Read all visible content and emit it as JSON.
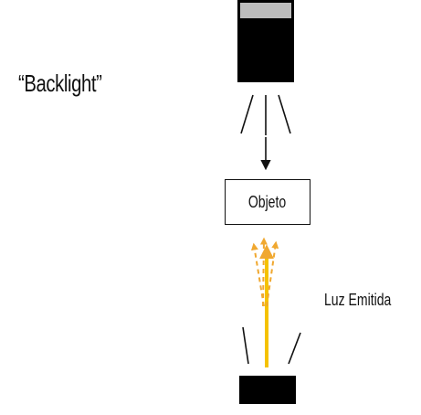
{
  "diagram": {
    "title": "“Backlight”",
    "object_label": "Objeto",
    "emitted_light_label": "Luz Emitida"
  },
  "colors": {
    "light_beam": "#f5c200",
    "light_beam_dashed": "#f0a830",
    "source_body": "#000000",
    "source_lens": "#bcbcbc",
    "stroke": "#111111"
  },
  "icons": {
    "top_source": "backlight-source-icon",
    "bottom_source": "light-source-icon"
  }
}
